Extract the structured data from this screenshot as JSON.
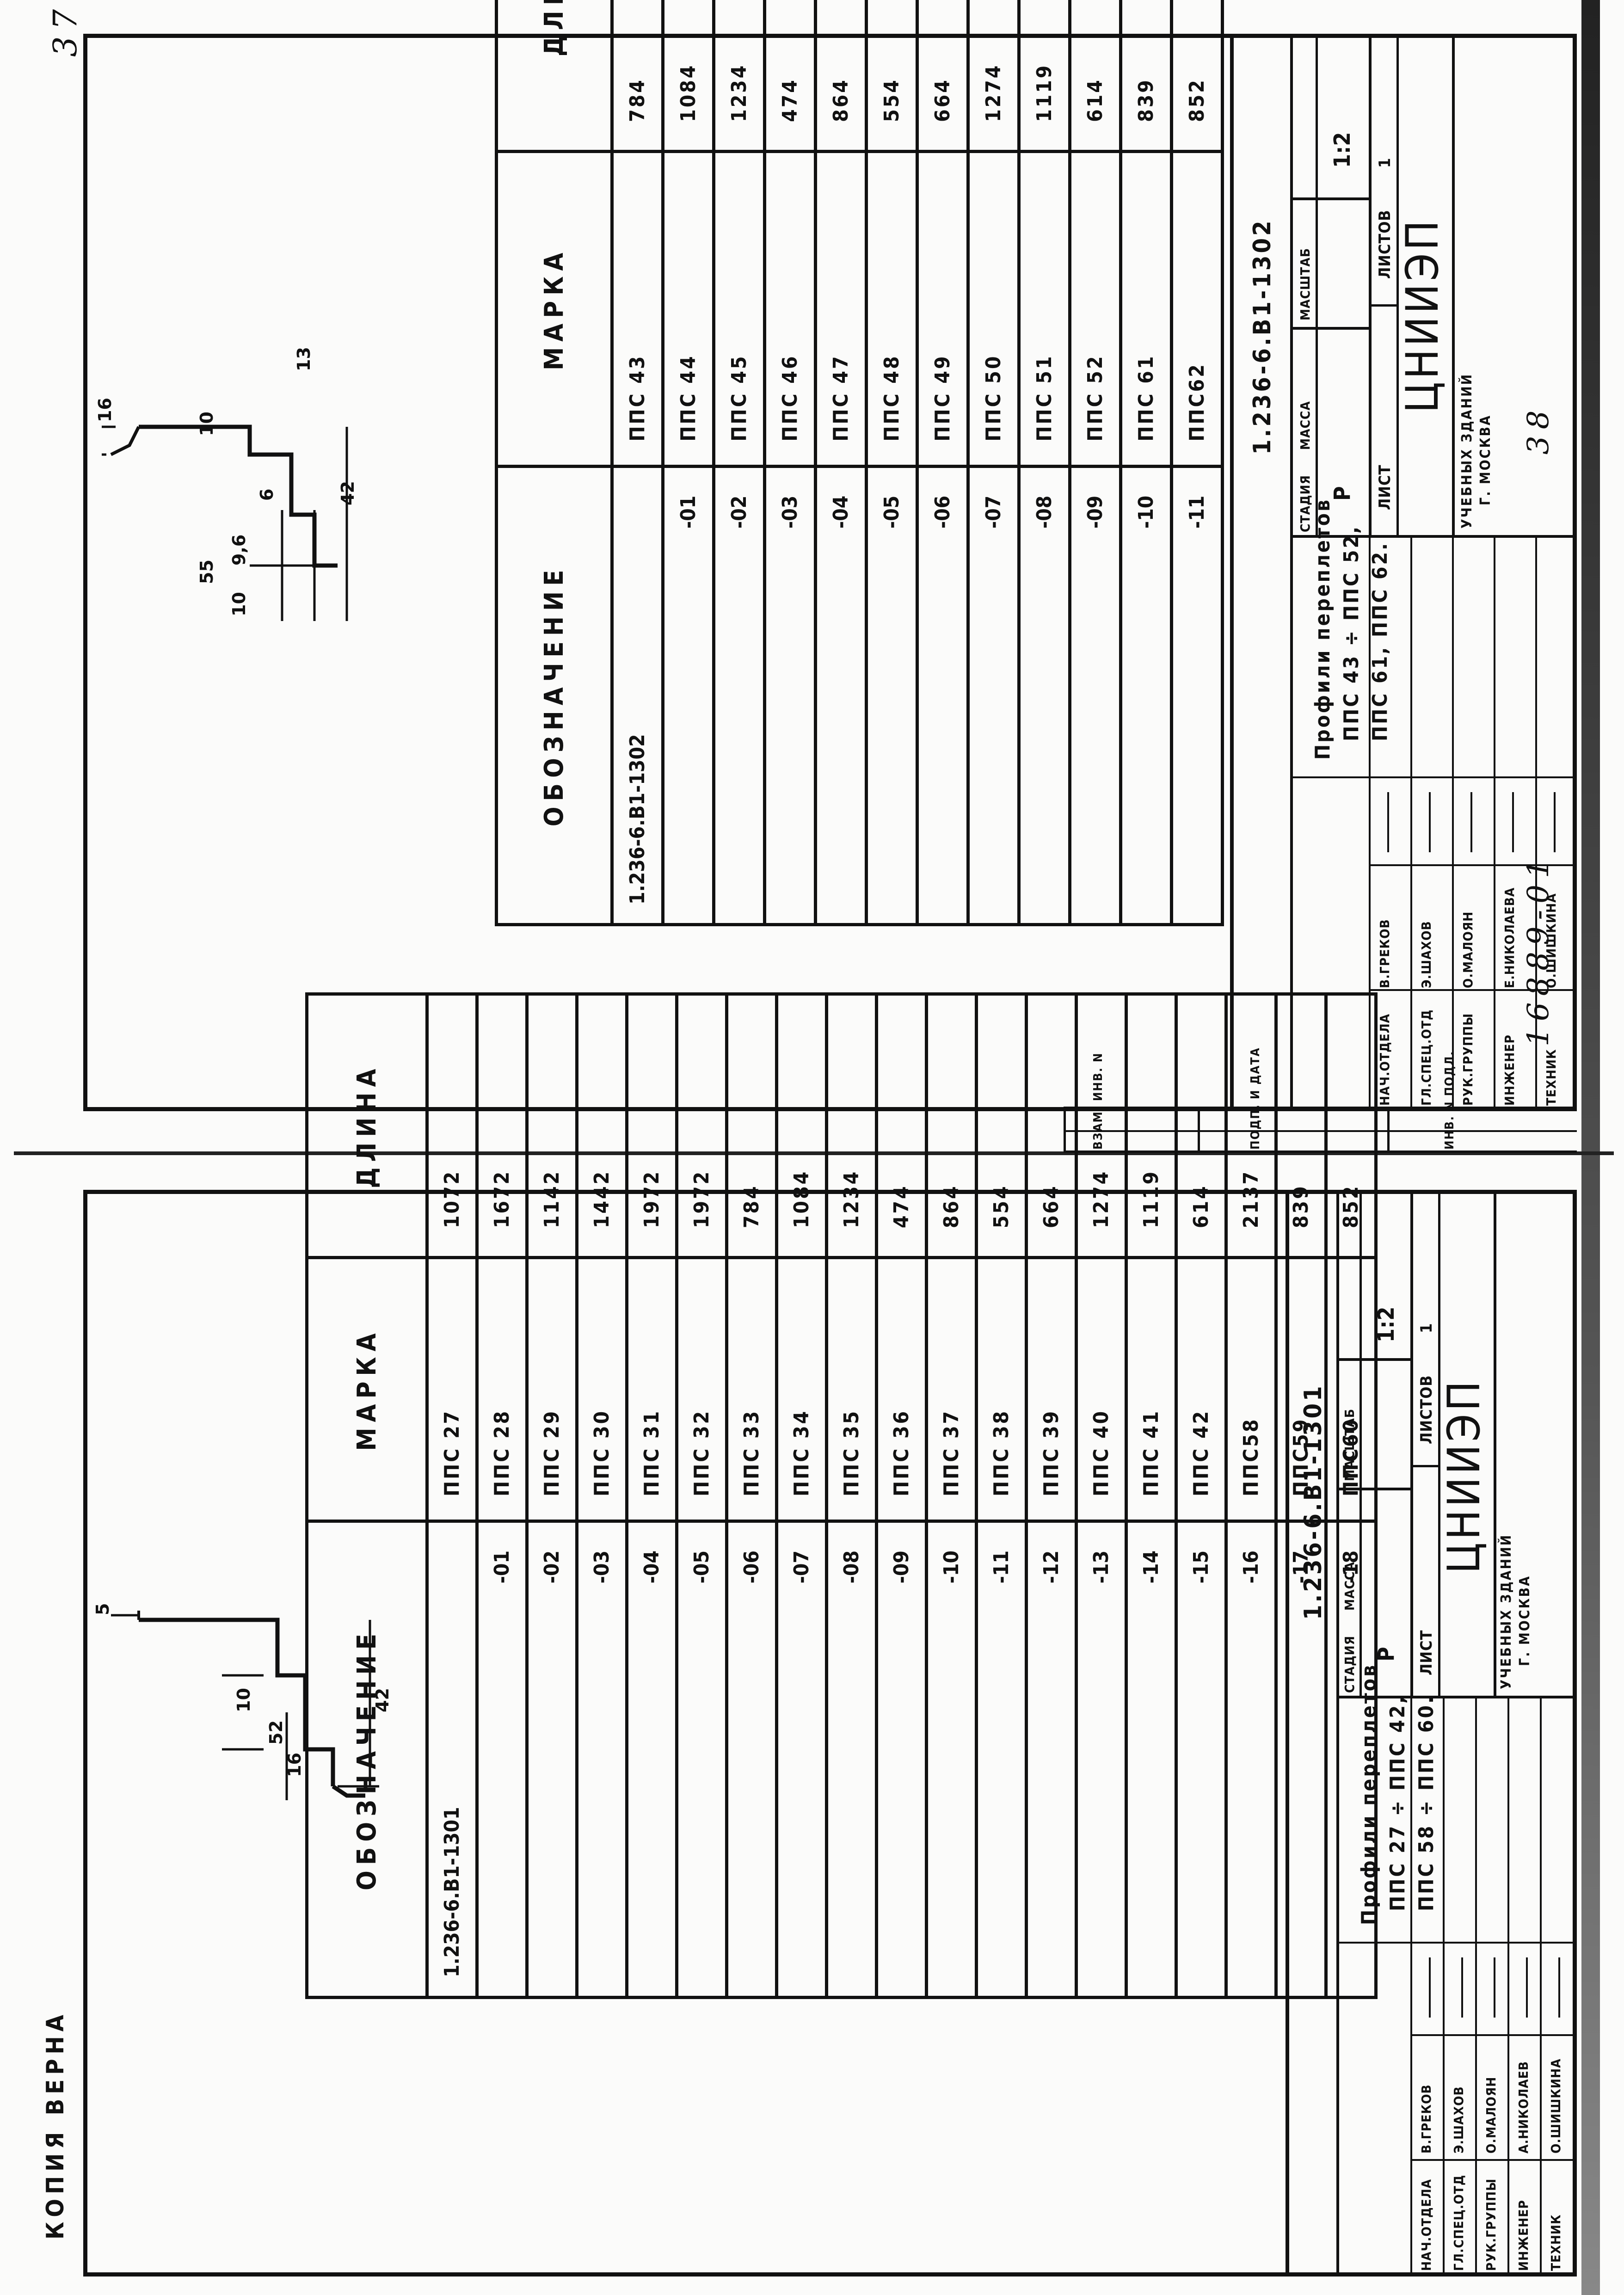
{
  "copy_stamp": "КОПИЯ  ВЕРНА",
  "page_marks": {
    "corner_number_handwritten": "37",
    "archive_number": "16889-01",
    "archive_sheet": "38"
  },
  "sheet_left": {
    "table": {
      "headers": [
        "ОБОЗНАЧЕНИЕ",
        "МАРКА",
        "ДЛИНА"
      ],
      "rows": [
        {
          "code": "1.236-6.В1-1301",
          "mark": "ППС 27",
          "length": "1072"
        },
        {
          "code": "-01",
          "mark": "ППС 28",
          "length": "1672"
        },
        {
          "code": "-02",
          "mark": "ППС 29",
          "length": "1142"
        },
        {
          "code": "-03",
          "mark": "ППС 30",
          "length": "1442"
        },
        {
          "code": "-04",
          "mark": "ППС 31",
          "length": "1972"
        },
        {
          "code": "-05",
          "mark": "ППС 32",
          "length": "1972"
        },
        {
          "code": "-06",
          "mark": "ППС 33",
          "length": "784"
        },
        {
          "code": "-07",
          "mark": "ППС 34",
          "length": "1084"
        },
        {
          "code": "-08",
          "mark": "ППС 35",
          "length": "1234"
        },
        {
          "code": "-09",
          "mark": "ППС 36",
          "length": "474"
        },
        {
          "code": "-10",
          "mark": "ППС 37",
          "length": "864"
        },
        {
          "code": "-11",
          "mark": "ППС 38",
          "length": "554"
        },
        {
          "code": "-12",
          "mark": "ППС 39",
          "length": "664"
        },
        {
          "code": "-13",
          "mark": "ППС 40",
          "length": "1274"
        },
        {
          "code": "-14",
          "mark": "ППС 41",
          "length": "1119"
        },
        {
          "code": "-15",
          "mark": "ППС 42",
          "length": "614"
        },
        {
          "code": "-16",
          "mark": "ППС58",
          "length": "2137"
        },
        {
          "code": "-17",
          "mark": "ППС59",
          "length": "839"
        },
        {
          "code": "-18",
          "mark": "ППС60",
          "length": "852"
        }
      ]
    },
    "profile_dims": [
      "5",
      "52",
      "10",
      "16",
      "42"
    ],
    "title_block": {
      "doc_code": "1.236-6.В1-1301",
      "title_lines": [
        "Профили   переплетов",
        "ППС 27 ÷ ППС 42,",
        "ППС 58 ÷ ППС 60."
      ],
      "stage_label": "СТАДИЯ",
      "mass_label": "МАССА",
      "scale_label": "МАСШТАБ",
      "stage": "Р",
      "scale": "1:2",
      "sheet_label": "ЛИСТ",
      "sheets_label": "ЛИСТОВ",
      "sheets": "1",
      "org": "ЦНИИЭП",
      "org_sub1": "УЧЕБНЫХ  ЗДАНИЙ",
      "org_sub2": "Г. МОСКВА",
      "staff": [
        {
          "role": "НАЧ.ОТДЕЛА",
          "name": "В.ГРЕКОВ"
        },
        {
          "role": "ГЛ.СПЕЦ.ОТД",
          "name": "Э.ШАХОВ"
        },
        {
          "role": "РУК.ГРУППЫ",
          "name": "О.МАЛОЯН"
        },
        {
          "role": "ИНЖЕНЕР",
          "name": "А.НИКОЛАЕВ"
        },
        {
          "role": "ТЕХНИК",
          "name": "О.ШИШКИНА"
        }
      ]
    }
  },
  "sheet_right": {
    "table": {
      "headers": [
        "ОБОЗНАЧЕНИЕ",
        "МАРКА",
        "ДЛИНА"
      ],
      "rows": [
        {
          "code": "1.236-6.В1-1302",
          "mark": "ППС 43",
          "length": "784"
        },
        {
          "code": "-01",
          "mark": "ППС 44",
          "length": "1084"
        },
        {
          "code": "-02",
          "mark": "ППС 45",
          "length": "1234"
        },
        {
          "code": "-03",
          "mark": "ППС 46",
          "length": "474"
        },
        {
          "code": "-04",
          "mark": "ППС 47",
          "length": "864"
        },
        {
          "code": "-05",
          "mark": "ППС 48",
          "length": "554"
        },
        {
          "code": "-06",
          "mark": "ППС 49",
          "length": "664"
        },
        {
          "code": "-07",
          "mark": "ППС 50",
          "length": "1274"
        },
        {
          "code": "-08",
          "mark": "ППС 51",
          "length": "1119"
        },
        {
          "code": "-09",
          "mark": "ППС 52",
          "length": "614"
        },
        {
          "code": "-10",
          "mark": "ППС 61",
          "length": "839"
        },
        {
          "code": "-11",
          "mark": "ППС62",
          "length": "852"
        }
      ]
    },
    "profile_dims": [
      "16",
      "10",
      "55",
      "9,6",
      "10",
      "6",
      "13",
      "42"
    ],
    "title_block": {
      "doc_code": "1.236-6.В1-1302",
      "title_lines": [
        "Профили   переплетов",
        "ППС 43 ÷ ППС 52,",
        "ППС 61,  ППС 62."
      ],
      "stage_label": "СТАДИЯ",
      "mass_label": "МАССА",
      "scale_label": "МАСШТАБ",
      "stage": "Р",
      "scale": "1:2",
      "sheet_label": "ЛИСТ",
      "sheets_label": "ЛИСТОВ",
      "sheets": "1",
      "org": "ЦНИИЭП",
      "org_sub1": "УЧЕБНЫХ  ЗДАНИЙ",
      "org_sub2": "Г. МОСКВА",
      "staff": [
        {
          "role": "НАЧ.ОТДЕЛА",
          "name": "В.ГРЕКОВ"
        },
        {
          "role": "ГЛ.СПЕЦ.ОТД",
          "name": "Э.ШАХОВ"
        },
        {
          "role": "РУК.ГРУППЫ",
          "name": "О.МАЛОЯН"
        },
        {
          "role": "ИНЖЕНЕР",
          "name": "Е.НИКОЛАЕВА"
        },
        {
          "role": "ТЕХНИК",
          "name": "О.ШИШКИНА"
        }
      ],
      "side_labels": [
        "ВЗАМ. ИНВ. N",
        "ПОДП. И ДАТА",
        "ИНВ. N ПОДЛ."
      ]
    }
  }
}
